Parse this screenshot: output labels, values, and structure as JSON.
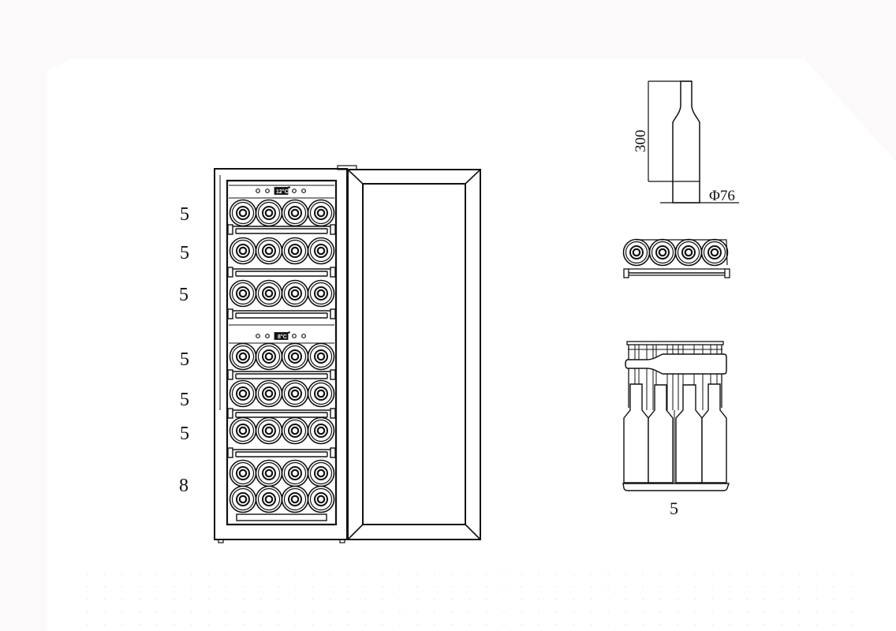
{
  "diagram": {
    "subject": "dual-zone wine cooler technical drawing",
    "stroke_color": "#111111",
    "background_color": "#fbf9fa",
    "paper_color": "#ffffff"
  },
  "front_view": {
    "upper_zone": {
      "display": "12°C",
      "shelves": [
        {
          "capacity": "5"
        },
        {
          "capacity": "5"
        },
        {
          "capacity": "5"
        }
      ]
    },
    "lower_zone": {
      "display": "8°C",
      "shelves": [
        {
          "capacity": "5"
        },
        {
          "capacity": "5"
        },
        {
          "capacity": "5"
        },
        {
          "capacity": "8"
        }
      ]
    },
    "door": "open"
  },
  "capacity_labels": [
    "5",
    "5",
    "5",
    "5",
    "5",
    "5",
    "8"
  ],
  "bottle_spec": {
    "height": "300",
    "diameter": "Φ76"
  },
  "shelf_top_view": {
    "bottles_visible": 4
  },
  "shelf_side_view": {
    "bottles_visible": 4,
    "capacity": "5"
  }
}
